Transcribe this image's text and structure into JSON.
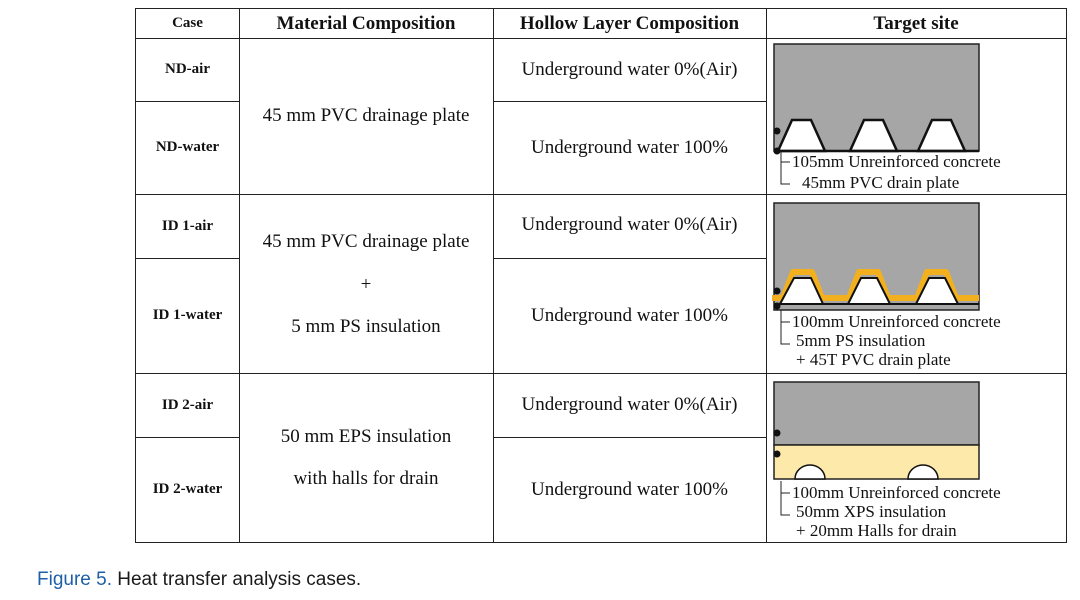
{
  "table": {
    "headers": {
      "case": "Case",
      "material": "Material Composition",
      "hollow": "Hollow Layer Composition",
      "target": "Target site"
    },
    "groups": [
      {
        "rows": [
          {
            "case": "ND-air",
            "hollow": "Underground water 0%(Air)"
          },
          {
            "case": "ND-water",
            "hollow": "Underground water 100%"
          }
        ],
        "material": [
          "45 mm PVC drainage plate"
        ],
        "target_labels": [
          "105mm Unreinforced concrete",
          "45mm PVC drain plate"
        ]
      },
      {
        "rows": [
          {
            "case": "ID 1-air",
            "hollow": "Underground water 0%(Air)"
          },
          {
            "case": "ID 1-water",
            "hollow": "Underground water 100%"
          }
        ],
        "material": [
          "45 mm PVC drainage plate",
          "+",
          "5 mm PS insulation"
        ],
        "target_labels": [
          "100mm Unreinforced concrete",
          "5mm PS insulation",
          "+ 45T PVC drain plate"
        ]
      },
      {
        "rows": [
          {
            "case": "ID 2-air",
            "hollow": "Underground water 0%(Air)"
          },
          {
            "case": "ID 2-water",
            "hollow": "Underground water 100%"
          }
        ],
        "material": [
          "50 mm EPS insulation",
          "with halls for drain"
        ],
        "target_labels": [
          "100mm Unreinforced concrete",
          "50mm XPS insulation",
          "+ 20mm Halls for drain"
        ]
      }
    ],
    "colors": {
      "concrete": "#a6a6a6",
      "ps_insulation": "#f2b01e",
      "xps_insulation": "#fde9a9",
      "plate": "#ffffff",
      "border": "#222222"
    }
  },
  "caption": {
    "figure_label": "Figure 5.",
    "text": "Heat transfer analysis cases."
  }
}
